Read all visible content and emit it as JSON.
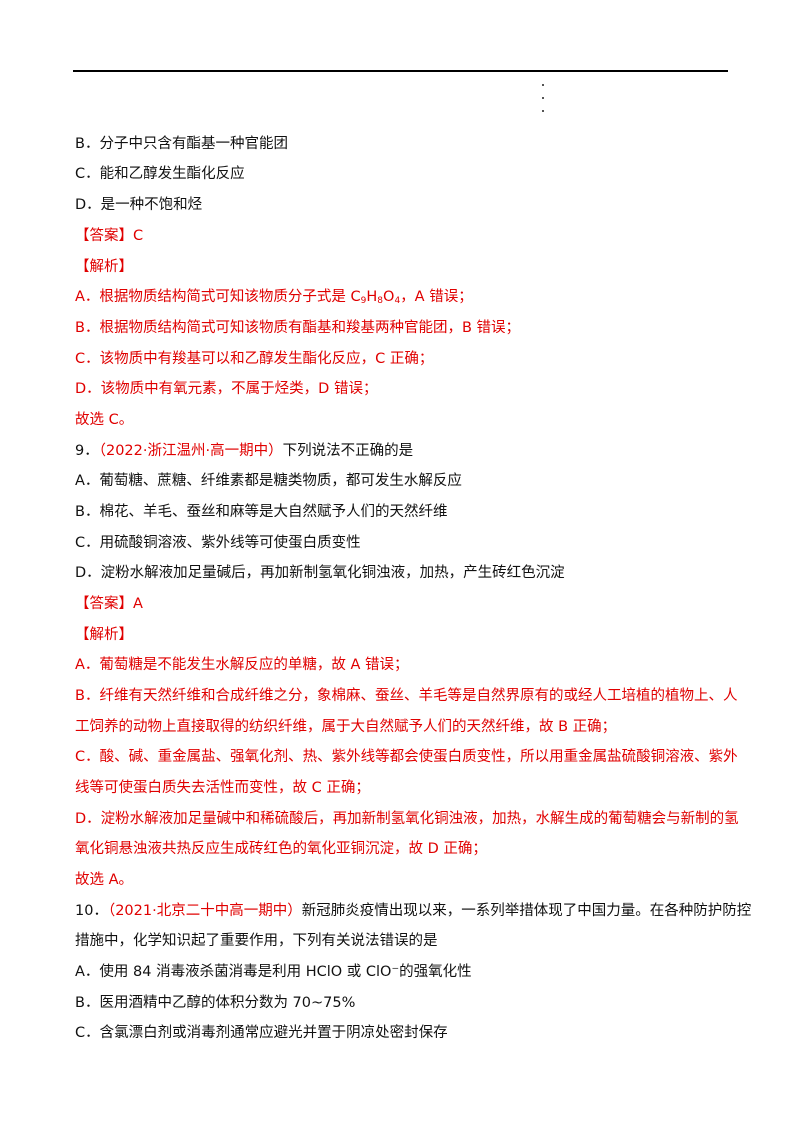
{
  "lines": {
    "l1": "B．分子中只含有酯基一种官能团",
    "l2": "C．能和乙醇发生酯化反应",
    "l3": "D．是一种不饱和烃",
    "l4": "【答案】C",
    "l5": "【解析】",
    "l6a": "A．根据物质结构简式可知该物质分子式是 C",
    "l6s1": "9",
    "l6b": "H",
    "l6s2": "8",
    "l6c": "O",
    "l6s3": "4",
    "l6d": "，A 错误；",
    "l7": "B．根据物质结构简式可知该物质有酯基和羧基两种官能团，B 错误；",
    "l8": "C．该物质中有羧基可以和乙醇发生酯化反应，C 正确；",
    "l9": "D．该物质中有氧元素，不属于烃类，D 错误；",
    "l10": "故选 C。",
    "q9_num": "9．",
    "q9_src": "（2022·浙江温州·高一期中）",
    "q9_text": "下列说法不正确的是",
    "l12": "A．葡萄糖、蔗糖、纤维素都是糖类物质，都可发生水解反应",
    "l13": "B．棉花、羊毛、蚕丝和麻等是大自然赋予人们的天然纤维",
    "l14": "C．用硫酸铜溶液、紫外线等可使蛋白质变性",
    "l15": "D．淀粉水解液加足量碱后，再加新制氢氧化铜浊液，加热，产生砖红色沉淀",
    "l16": "【答案】A",
    "l17": "【解析】",
    "l18": "A．葡萄糖是不能发生水解反应的单糖，故 A 错误；",
    "l19": "B．纤维有天然纤维和合成纤维之分，象棉麻、蚕丝、羊毛等是自然界原有的或经人工培植的植物上、人",
    "l20": "工饲养的动物上直接取得的纺织纤维，属于大自然赋予人们的天然纤维，故 B 正确；",
    "l21": "C．酸、碱、重金属盐、强氧化剂、热、紫外线等都会使蛋白质变性，所以用重金属盐硫酸铜溶液、紫外",
    "l22": "线等可使蛋白质失去活性而变性，故 C 正确；",
    "l23": "D．淀粉水解液加足量碱中和稀硫酸后，再加新制氢氧化铜浊液，加热，水解生成的葡萄糖会与新制的氢",
    "l24": "氧化铜悬浊液共热反应生成砖红色的氧化亚铜沉淀，故 D 正确；",
    "l25": "故选 A。",
    "q10_num": "10．",
    "q10_src": "（2021·北京二十中高一期中）",
    "q10_text": "新冠肺炎疫情出现以来，一系列举措体现了中国力量。在各种防护防控",
    "l27": "措施中，化学知识起了重要作用，下列有关说法错误的是",
    "l28": "A．使用 84 消毒液杀菌消毒是利用 HClO 或 ClO⁻的强氧化性",
    "l29": "B．医用酒精中乙醇的体积分数为 70~75%",
    "l30": "C．含氯漂白剂或消毒剂通常应避光并置于阴凉处密封保存"
  },
  "colors": {
    "answer_red": "#e00000",
    "text": "#111111"
  }
}
